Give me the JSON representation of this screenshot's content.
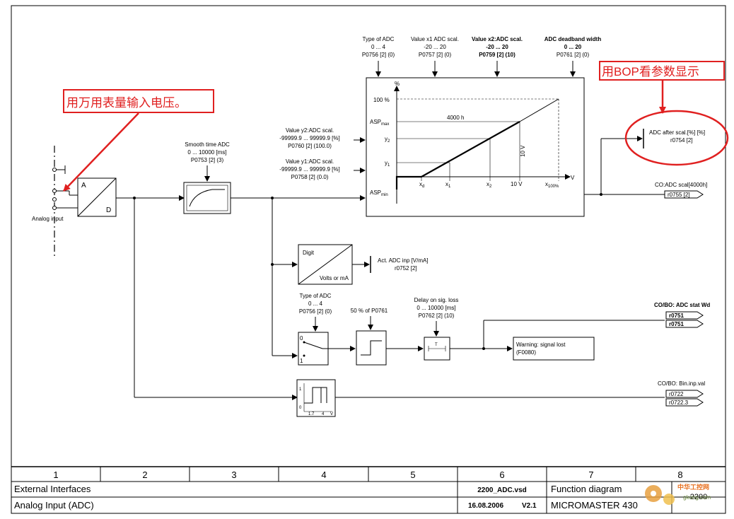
{
  "adc_block": {
    "a": "A",
    "d": "D",
    "input_label": "Analog input"
  },
  "annotations": {
    "multimeter": "用万用表量输入电压。",
    "bop": "用BOP看参数显示"
  },
  "smooth": {
    "l1": "Smooth time ADC",
    "l2": "0 ... 10000 [ms]",
    "l3": "P0753 [2] (3)"
  },
  "top_params": [
    {
      "l1": "Type of ADC",
      "l2": "0 ... 4",
      "l3": "P0756 [2] (0)"
    },
    {
      "l1": "Value x1 ADC scal.",
      "l2": "-20 ... 20",
      "l3": "P0757 [2] (0)"
    },
    {
      "l1": "Value x2:ADC scal.",
      "l2": "-20 ... 20",
      "l3": "P0759 [2] (10)"
    },
    {
      "l1": "ADC deadband width",
      "l2": "0 ... 20",
      "l3": "P0761 [2] (0)"
    }
  ],
  "y_params": [
    {
      "l1": "Value y2:ADC scal.",
      "l2": "-99999.9 ... 99999.9  [%]",
      "l3": "P0760 [2] (100.0)"
    },
    {
      "l1": "Value y1:ADC scal.",
      "l2": "-99999.9 ... 99999.9  [%]",
      "l3": "P0758 [2] (0.0)"
    }
  ],
  "graph": {
    "y_unit": "%",
    "y100": "100 %",
    "asp_max": "ASP",
    "asp_max_sub": "max",
    "y2": "y",
    "y2_sub": "2",
    "y1": "y",
    "y1_sub": "1",
    "asp_min": "ASP",
    "asp_min_sub": "min",
    "h4000": "4000 h",
    "x_unit": "V",
    "xd": "x",
    "xd_sub": "d",
    "x1": "x",
    "x1_sub": "1",
    "x2": "x",
    "x2_sub": "2",
    "v10": "10 V",
    "x100": "x",
    "x100_sub": "100%",
    "v10_vert": "10 V"
  },
  "scal_output": {
    "l1": "ADC after scal.[%] [%]",
    "l2": "r0754 [2]"
  },
  "co_adc": {
    "title": "CO:ADC scal[4000h]",
    "param": "r0755 [2]"
  },
  "digit_block": {
    "top": "Digit",
    "bottom": "Volts or mA"
  },
  "act_adc": {
    "l1": "Act. ADC inp [V/mA]",
    "l2": "r0752 [2]"
  },
  "type_adc2": {
    "l1": "Type of ADC",
    "l2": "0 ... 4",
    "l3": "P0756 [2] (0)"
  },
  "percent_label": "50 % of P0761",
  "delay": {
    "l1": "Delay on sig. loss",
    "l2": "0 ... 10000 [ms]",
    "l3": "P0762 [2] (10)"
  },
  "warning": {
    "l1": "Warning: signal lost",
    "l2": "(F0080)"
  },
  "stat": {
    "title": "CO/BO: ADC stat Wd",
    "r1": "r0751",
    "r2": "r0751"
  },
  "switch_labels": {
    "zero": "0",
    "one": "1"
  },
  "timer_label": "T",
  "bin_block": {
    "one": "1",
    "zero": "0",
    "a": "1.7",
    "b": "4",
    "v": "V"
  },
  "bin": {
    "title": "CO/BO: Bin.inp.val",
    "r1": "r0722",
    "r2": "r0722.3"
  },
  "footer": {
    "columns": [
      "1",
      "2",
      "3",
      "4",
      "5",
      "6",
      "7",
      "8"
    ],
    "external": "External Interfaces",
    "analog": "Analog Input (ADC)",
    "file": "2200_ADC.vsd",
    "date": "16.08.2006",
    "version": "V2.1",
    "function": "Function diagram",
    "product": "MICROMASTER 430",
    "number": "2200"
  },
  "watermark": {
    "cn": "中华工控网",
    "url": "gkong.com"
  }
}
